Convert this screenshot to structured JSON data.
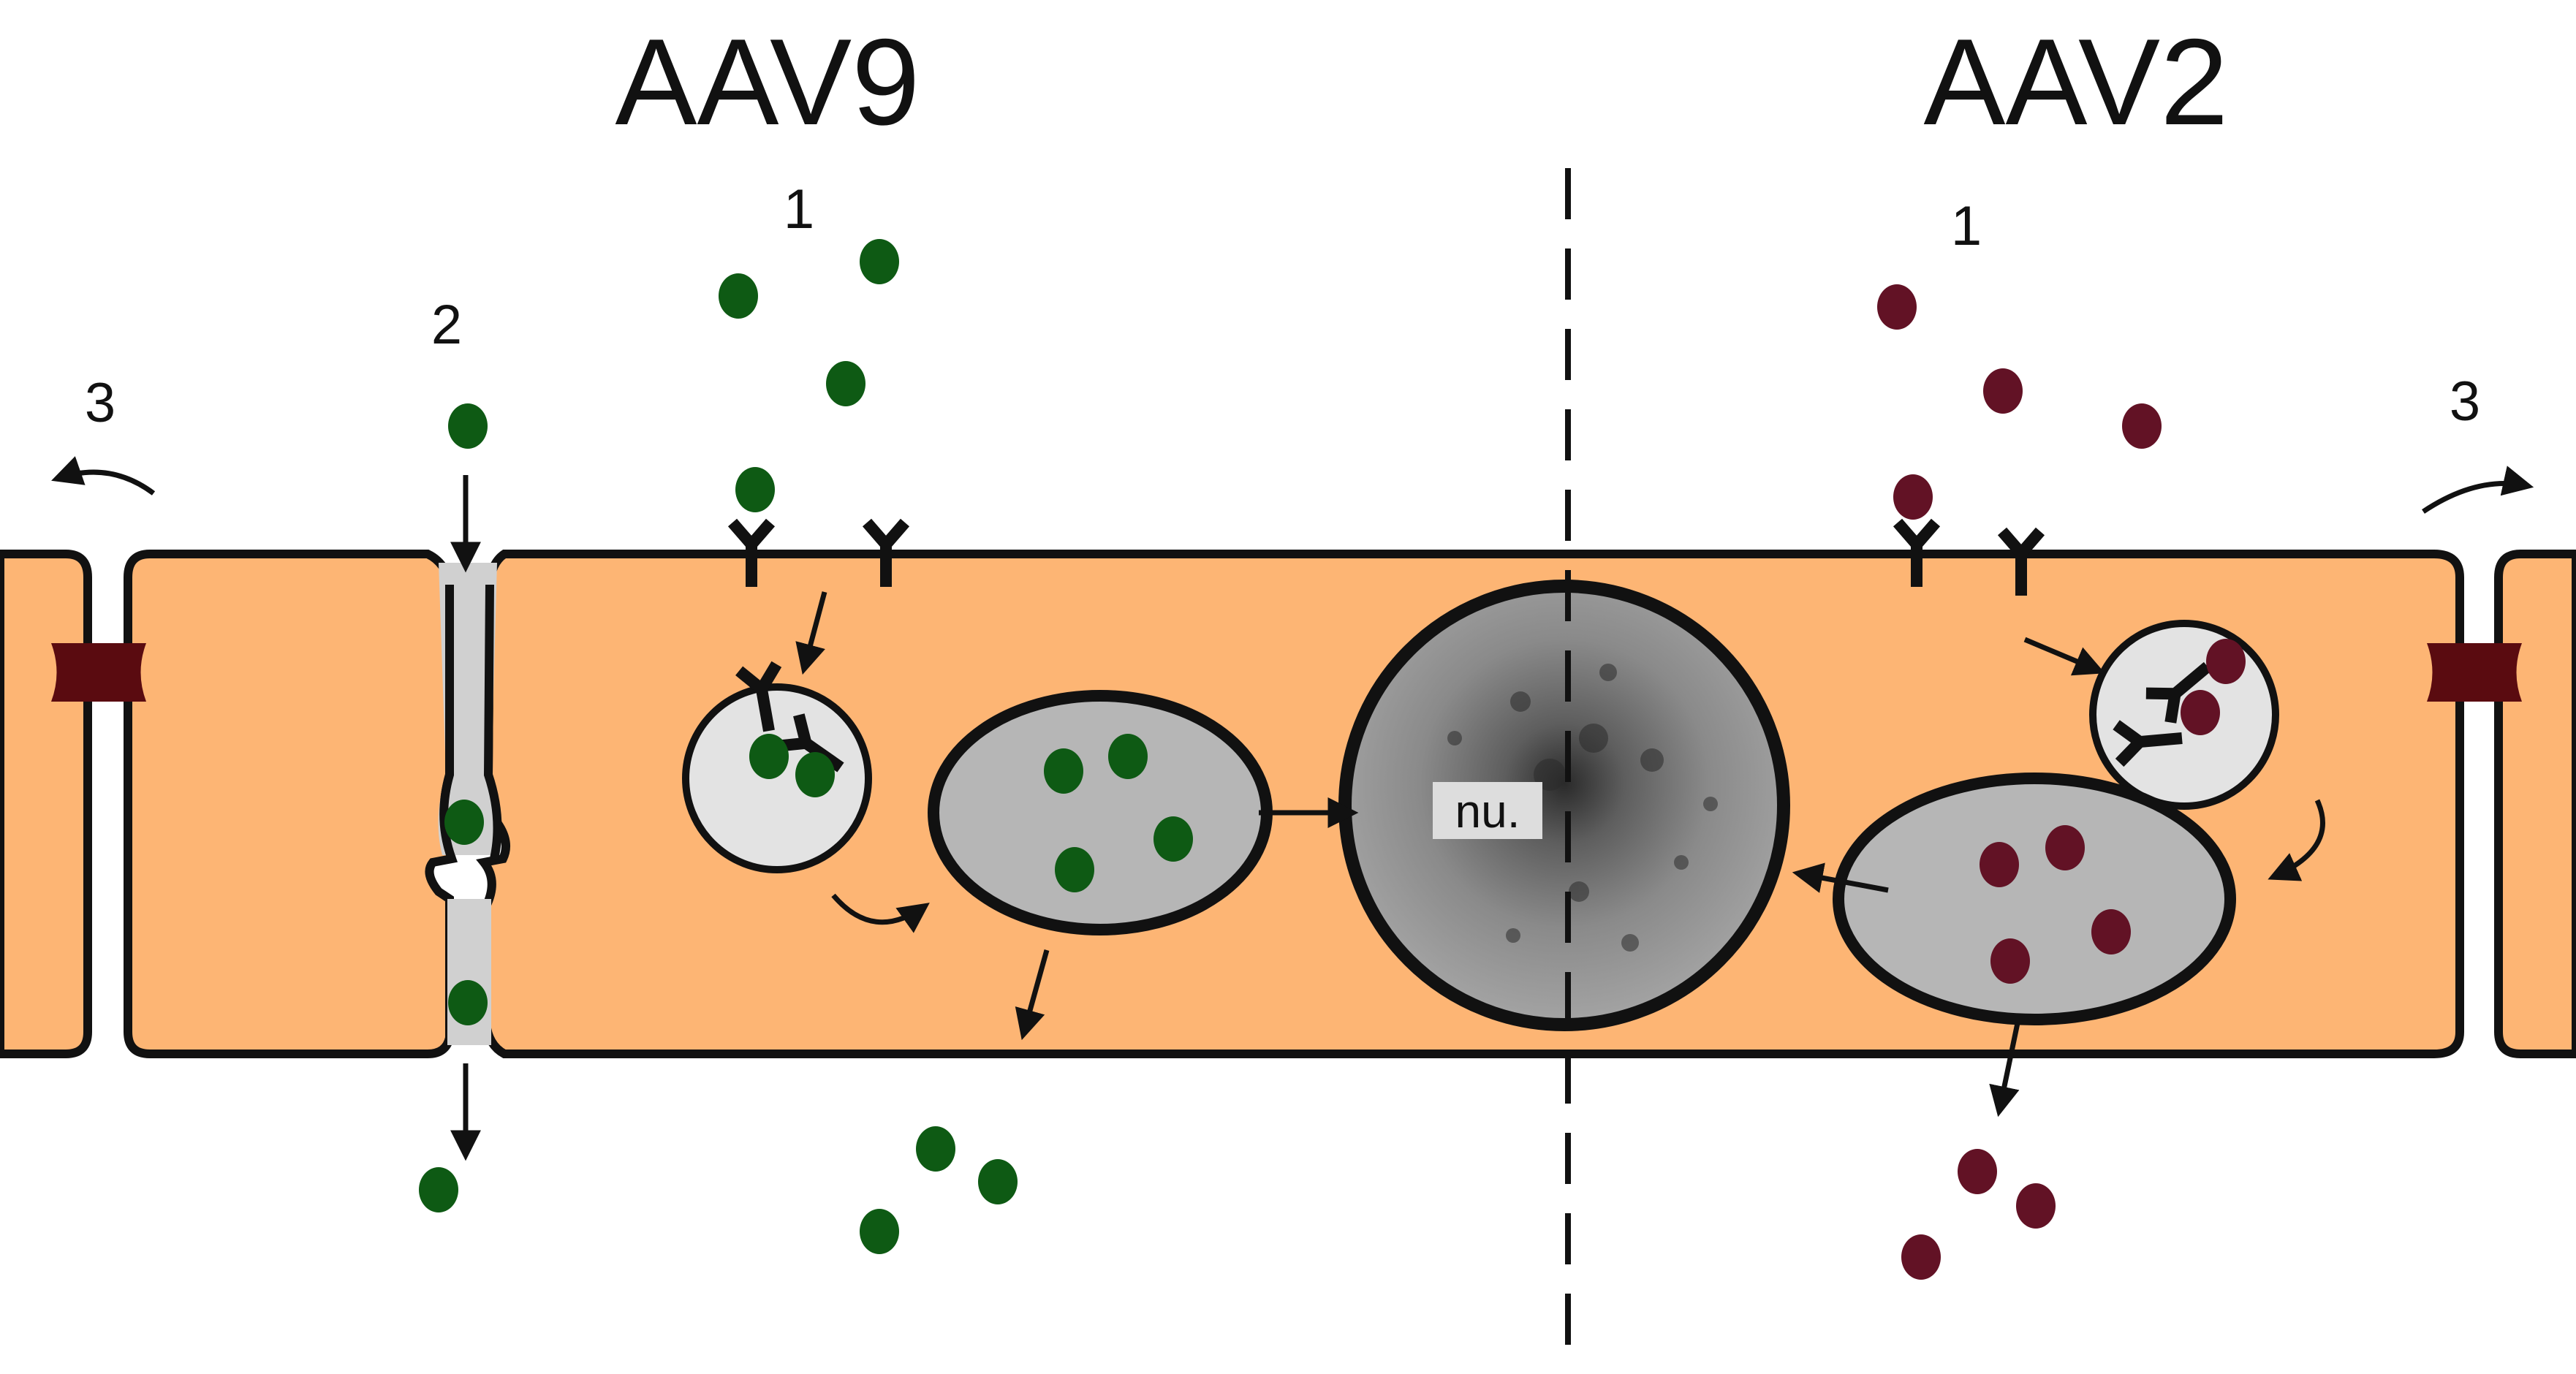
{
  "titles": {
    "left": "AAV9",
    "right": "AAV2"
  },
  "step_labels": {
    "left_receptor_step": "1",
    "left_paracellular_step": "2",
    "left_junction_step": "3",
    "right_receptor_step": "1",
    "right_junction_step": "3"
  },
  "nucleus_label": "nu.",
  "colors": {
    "cytoplasm": "#FDB574",
    "aav9_particle": "#0E5A14",
    "aav2_particle": "#621225",
    "tight_junction": "#5A0B10",
    "vesicle": "#E3E3E3",
    "endosome": "#B6B6B6",
    "nucleus": "#8E8E8E",
    "outline": "#111111"
  }
}
